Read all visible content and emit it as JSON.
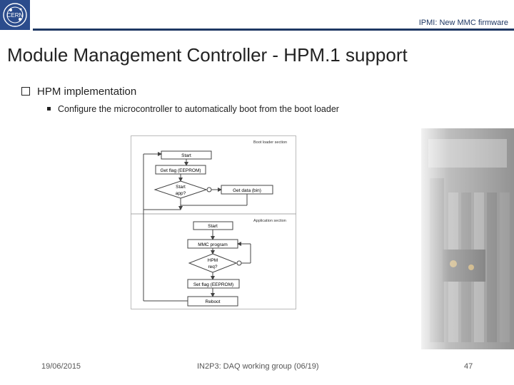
{
  "header": {
    "title": "IPMI: New MMC firmware",
    "logo_text": "CERN"
  },
  "slide": {
    "title": "Module Management Controller - HPM.1 support",
    "bullets": [
      {
        "text": "HPM implementation",
        "sub": [
          "Configure the microcontroller to automatically boot from the boot loader"
        ]
      }
    ]
  },
  "diagram": {
    "sections": {
      "boot_loader": "Boot loader section",
      "application": "Application section"
    },
    "boot_nodes": {
      "start": "Start",
      "get_flag": "Get flag (EEPROM)",
      "decision_l1": "Start",
      "decision_l2": "app?",
      "get_data": "Get data (bin)"
    },
    "app_nodes": {
      "start": "Start",
      "mmc_program": "MMC program",
      "decision_l1": "HPM",
      "decision_l2": "req?",
      "set_flag": "Set flag (EEPROM)",
      "reboot": "Reboot"
    }
  },
  "footer": {
    "date": "19/06/2015",
    "center": "IN2P3: DAQ working group (06/19)",
    "page": "47"
  },
  "colors": {
    "accent": "#1f3864"
  }
}
